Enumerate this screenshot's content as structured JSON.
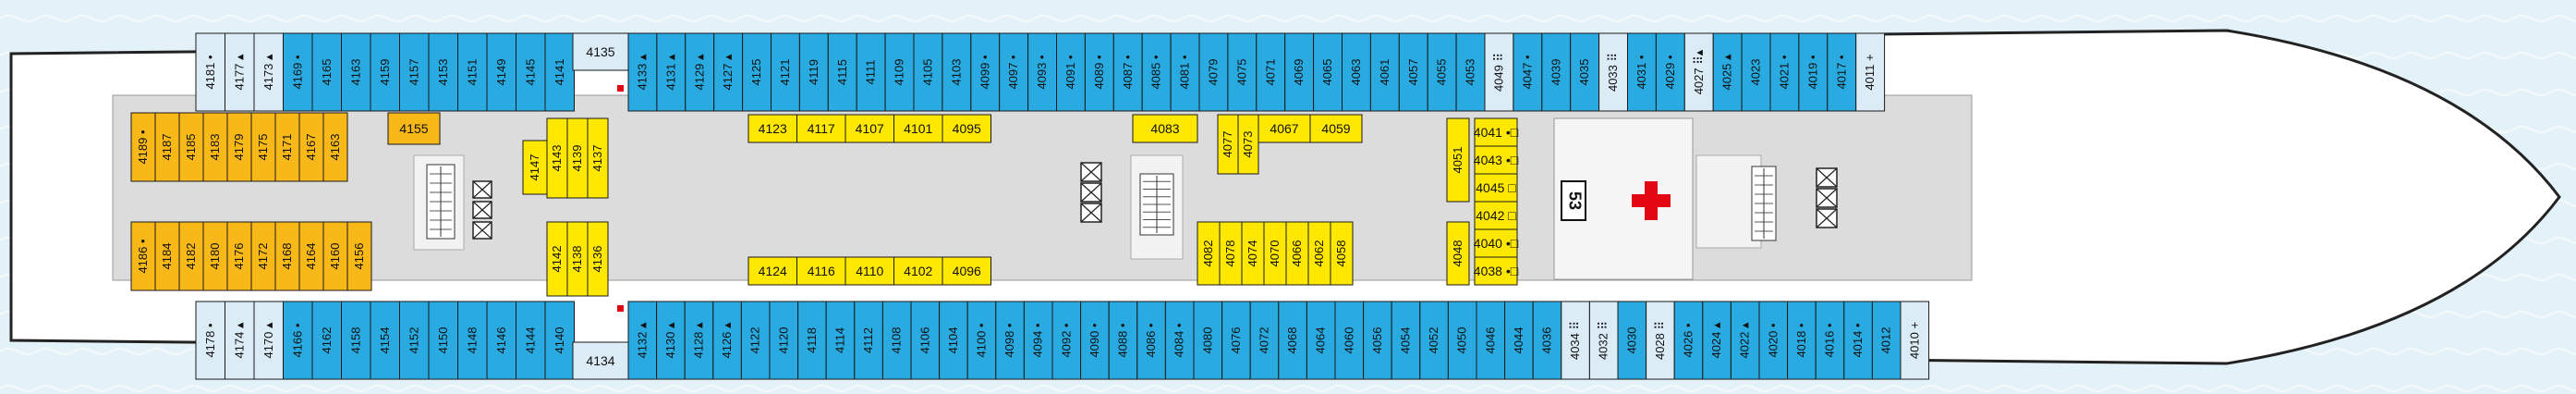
{
  "colors": {
    "sea": "#e3f1f8",
    "hull": "#ffffff",
    "deck": "#dcdcdc",
    "outside_cabin": "#29abe2",
    "corner_cabin": "#dcecf6",
    "inside_cabin": "#ffe800",
    "suite_cabin": "#f8b818",
    "red": "#e30613"
  },
  "deck_number": "53",
  "icons": {
    "medical": "red-cross-icon",
    "elevator": "elevator-icon",
    "stairs": "stairs-icon",
    "accessible": "square-marker-icon",
    "bed": "bed-marker-icon",
    "triangle": "triangle-marker-icon",
    "plus": "plus-marker-icon"
  },
  "cabins": {
    "top_row": [
      {
        "n": "4181",
        "mk": "•",
        "t": "c"
      },
      {
        "n": "4177",
        "mk": "▴",
        "t": "c"
      },
      {
        "n": "4173",
        "mk": "▴",
        "t": "c"
      },
      {
        "n": "4169",
        "mk": "•",
        "t": "b"
      },
      {
        "n": "4165",
        "t": "b"
      },
      {
        "n": "4163",
        "t": "b"
      },
      {
        "n": "4159",
        "t": "b"
      },
      {
        "n": "4157",
        "t": "b"
      },
      {
        "n": "4153",
        "t": "b"
      },
      {
        "n": "4151",
        "t": "b"
      },
      {
        "n": "4149",
        "t": "b"
      },
      {
        "n": "4145",
        "t": "b"
      },
      {
        "n": "4141",
        "t": "b"
      },
      {
        "n": "4133",
        "mk": "▴",
        "t": "b"
      },
      {
        "n": "4131",
        "mk": "▴",
        "t": "b"
      },
      {
        "n": "4129",
        "mk": "▴",
        "t": "b"
      },
      {
        "n": "4127",
        "mk": "▴",
        "t": "b"
      },
      {
        "n": "4125",
        "t": "b"
      },
      {
        "n": "4121",
        "t": "b"
      },
      {
        "n": "4119",
        "t": "b"
      },
      {
        "n": "4115",
        "t": "b"
      },
      {
        "n": "4111",
        "t": "b"
      },
      {
        "n": "4109",
        "t": "b"
      },
      {
        "n": "4105",
        "t": "b"
      },
      {
        "n": "4103",
        "t": "b"
      },
      {
        "n": "4099",
        "mk": "•",
        "t": "b"
      },
      {
        "n": "4097",
        "mk": "•",
        "t": "b"
      },
      {
        "n": "4093",
        "mk": "•",
        "t": "b"
      },
      {
        "n": "4091",
        "mk": "•",
        "t": "b"
      },
      {
        "n": "4089",
        "mk": "•",
        "t": "b"
      },
      {
        "n": "4087",
        "mk": "•",
        "t": "b"
      },
      {
        "n": "4085",
        "mk": "•",
        "t": "b"
      },
      {
        "n": "4081",
        "mk": "•",
        "t": "b"
      },
      {
        "n": "4079",
        "t": "b"
      },
      {
        "n": "4075",
        "t": "b"
      },
      {
        "n": "4071",
        "t": "b"
      },
      {
        "n": "4069",
        "t": "b"
      },
      {
        "n": "4065",
        "t": "b"
      },
      {
        "n": "4063",
        "t": "b"
      },
      {
        "n": "4061",
        "t": "b"
      },
      {
        "n": "4057",
        "t": "b"
      },
      {
        "n": "4055",
        "t": "b"
      },
      {
        "n": "4053",
        "t": "b"
      },
      {
        "n": "4049",
        "mk": "⠿",
        "t": "c"
      },
      {
        "n": "4047",
        "mk": "•",
        "t": "b"
      },
      {
        "n": "4039",
        "t": "b"
      },
      {
        "n": "4035",
        "t": "b"
      },
      {
        "n": "4033",
        "mk": "⠿",
        "t": "c"
      },
      {
        "n": "4031",
        "mk": "•",
        "t": "b"
      },
      {
        "n": "4029",
        "mk": "•",
        "t": "b"
      },
      {
        "n": "4027",
        "mk": "⠿▴",
        "t": "c"
      },
      {
        "n": "4025",
        "mk": "▴",
        "t": "b"
      },
      {
        "n": "4023",
        "t": "b"
      },
      {
        "n": "4021",
        "mk": "•",
        "t": "b"
      },
      {
        "n": "4019",
        "mk": "•",
        "t": "b"
      },
      {
        "n": "4017",
        "mk": "•",
        "t": "b"
      },
      {
        "n": "4011",
        "mk": "+",
        "t": "c"
      }
    ],
    "bottom_row": [
      {
        "n": "4178",
        "mk": "•",
        "t": "c"
      },
      {
        "n": "4174",
        "mk": "▴",
        "t": "c"
      },
      {
        "n": "4170",
        "mk": "▴",
        "t": "c"
      },
      {
        "n": "4166",
        "mk": "•",
        "t": "b"
      },
      {
        "n": "4162",
        "t": "b"
      },
      {
        "n": "4158",
        "t": "b"
      },
      {
        "n": "4154",
        "t": "b"
      },
      {
        "n": "4152",
        "t": "b"
      },
      {
        "n": "4150",
        "t": "b"
      },
      {
        "n": "4148",
        "t": "b"
      },
      {
        "n": "4146",
        "t": "b"
      },
      {
        "n": "4144",
        "t": "b"
      },
      {
        "n": "4140",
        "t": "b"
      },
      {
        "n": "4132",
        "mk": "▴",
        "t": "b"
      },
      {
        "n": "4130",
        "mk": "▴",
        "t": "b"
      },
      {
        "n": "4128",
        "mk": "▴",
        "t": "b"
      },
      {
        "n": "4126",
        "mk": "▴",
        "t": "b"
      },
      {
        "n": "4122",
        "t": "b"
      },
      {
        "n": "4120",
        "t": "b"
      },
      {
        "n": "4118",
        "t": "b"
      },
      {
        "n": "4114",
        "t": "b"
      },
      {
        "n": "4112",
        "t": "b"
      },
      {
        "n": "4108",
        "t": "b"
      },
      {
        "n": "4106",
        "t": "b"
      },
      {
        "n": "4104",
        "t": "b"
      },
      {
        "n": "4100",
        "mk": "•",
        "t": "b"
      },
      {
        "n": "4098",
        "mk": "•",
        "t": "b"
      },
      {
        "n": "4094",
        "mk": "•",
        "t": "b"
      },
      {
        "n": "4092",
        "mk": "•",
        "t": "b"
      },
      {
        "n": "4090",
        "mk": "•",
        "t": "b"
      },
      {
        "n": "4088",
        "mk": "•",
        "t": "b"
      },
      {
        "n": "4086",
        "mk": "•",
        "t": "b"
      },
      {
        "n": "4084",
        "mk": "•",
        "t": "b"
      },
      {
        "n": "4080",
        "t": "b"
      },
      {
        "n": "4076",
        "t": "b"
      },
      {
        "n": "4072",
        "t": "b"
      },
      {
        "n": "4068",
        "t": "b"
      },
      {
        "n": "4064",
        "t": "b"
      },
      {
        "n": "4060",
        "t": "b"
      },
      {
        "n": "4056",
        "t": "b"
      },
      {
        "n": "4054",
        "t": "b"
      },
      {
        "n": "4052",
        "t": "b"
      },
      {
        "n": "4050",
        "t": "b"
      },
      {
        "n": "4046",
        "t": "b"
      },
      {
        "n": "4044",
        "t": "b"
      },
      {
        "n": "4036",
        "t": "b"
      },
      {
        "n": "4034",
        "mk": "⠿",
        "t": "c"
      },
      {
        "n": "4032",
        "mk": "⠿",
        "t": "c"
      },
      {
        "n": "4030",
        "t": "b"
      },
      {
        "n": "4028",
        "mk": "⠿",
        "t": "c"
      },
      {
        "n": "4026",
        "mk": "•",
        "t": "b"
      },
      {
        "n": "4024",
        "mk": "▴",
        "t": "b"
      },
      {
        "n": "4022",
        "mk": "▴",
        "t": "b"
      },
      {
        "n": "4020",
        "mk": "•",
        "t": "b"
      },
      {
        "n": "4018",
        "mk": "•",
        "t": "b"
      },
      {
        "n": "4016",
        "mk": "•",
        "t": "b"
      },
      {
        "n": "4014",
        "mk": "•",
        "t": "b"
      },
      {
        "n": "4012",
        "t": "b"
      },
      {
        "n": "4010",
        "mk": "+",
        "t": "c"
      }
    ],
    "top_center": "4135",
    "bottom_center": "4134",
    "aft_upper": [
      {
        "n": "4189",
        "mk": "•"
      },
      {
        "n": "4187"
      },
      {
        "n": "4185"
      },
      {
        "n": "4183"
      },
      {
        "n": "4179"
      },
      {
        "n": "4175"
      },
      {
        "n": "4171"
      },
      {
        "n": "4167"
      },
      {
        "n": "4163"
      }
    ],
    "aft_lower": [
      {
        "n": "4186",
        "mk": "•"
      },
      {
        "n": "4184"
      },
      {
        "n": "4182"
      },
      {
        "n": "4180"
      },
      {
        "n": "4176"
      },
      {
        "n": "4172"
      },
      {
        "n": "4168"
      },
      {
        "n": "4164"
      },
      {
        "n": "4160"
      },
      {
        "n": "4156"
      }
    ],
    "aft_single": "4155",
    "block_a": [
      "4143",
      "4139",
      "4137"
    ],
    "block_a_mid": "4147",
    "block_b": [
      "4142",
      "4138",
      "4136"
    ],
    "row_mid_top": [
      "4123",
      "4117",
      "4107",
      "4101",
      "4095"
    ],
    "row_mid_bottom": [
      "4124",
      "4116",
      "4110",
      "4102",
      "4096"
    ],
    "single_4083": "4083",
    "block_c": [
      "4077",
      "4073"
    ],
    "block_c_row": [
      "4067",
      "4059"
    ],
    "block_d": [
      "4082",
      "4078",
      "4074",
      "4070",
      "4066",
      "4062",
      "4058"
    ],
    "single_4051": "4051",
    "single_4048": "4048",
    "column_right": [
      {
        "n": "4041",
        "mk": "•□"
      },
      {
        "n": "4043",
        "mk": "•□"
      },
      {
        "n": "4045",
        "mk": "□"
      },
      {
        "n": "4042",
        "mk": "□"
      },
      {
        "n": "4040",
        "mk": "•□"
      },
      {
        "n": "4038",
        "mk": "•□"
      }
    ]
  }
}
